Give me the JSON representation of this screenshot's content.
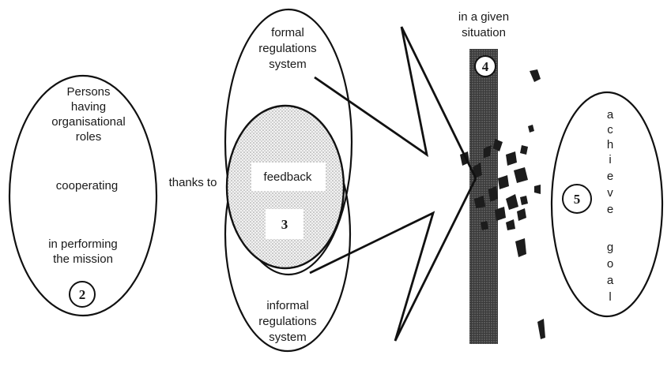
{
  "left_group": {
    "lines": [
      "Persons",
      "having",
      "organisational",
      "roles",
      "cooperating",
      "in performing",
      "the mission"
    ],
    "number": "2"
  },
  "connector": {
    "label": "thanks to"
  },
  "middle_group": {
    "formal_lines": [
      "formal",
      "regulations",
      "system"
    ],
    "feedback_label": "feedback",
    "number": "3",
    "informal_lines": [
      "informal",
      "regulations",
      "system"
    ]
  },
  "situation": {
    "lines": [
      "in a given",
      "situation"
    ],
    "number": "4"
  },
  "goal_group": {
    "number": "5",
    "achieve_letters": [
      "a",
      "c",
      "h",
      "i",
      "e",
      "v",
      "e"
    ],
    "goal_letters": [
      "g",
      "o",
      "a",
      "l"
    ]
  }
}
